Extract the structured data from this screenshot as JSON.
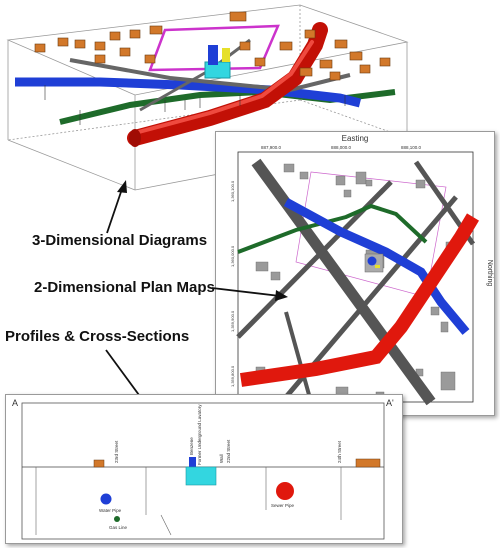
{
  "captions": {
    "three_d": "3-Dimensional Diagrams",
    "two_d": "2-Dimensional Plan Maps",
    "profiles": "Profiles & Cross-Sections"
  },
  "plan_map": {
    "title": "Easting",
    "side_label": "Northing",
    "easting_ticks": [
      "887,900.0",
      "888,000.0",
      "888,100.0"
    ],
    "northing_ticks": [
      "1,360,100.0",
      "1,360,000.0",
      "1,359,900.0",
      "1,359,800.0"
    ]
  },
  "profile": {
    "left_end": "A",
    "right_end": "A'",
    "labels": {
      "water_pipe": "Water Pipe",
      "gas_line": "Gas Line",
      "sewer_pipe": "Sewer Pipe",
      "benzene": "Benzene",
      "tank": "Former Underground Lavatory",
      "street_23": "23rd Street",
      "wall": "Wall",
      "street_22": "22nd Street",
      "street_24": "24th Street"
    }
  },
  "colors": {
    "water_pipe": "#1f3fd6",
    "sewer_pipe": "#e0180d",
    "gas_line": "#1e6b2a",
    "building": "#d2782a",
    "street": "#555555",
    "tank": "#33d6e0",
    "boundary": "#cc33cc"
  }
}
